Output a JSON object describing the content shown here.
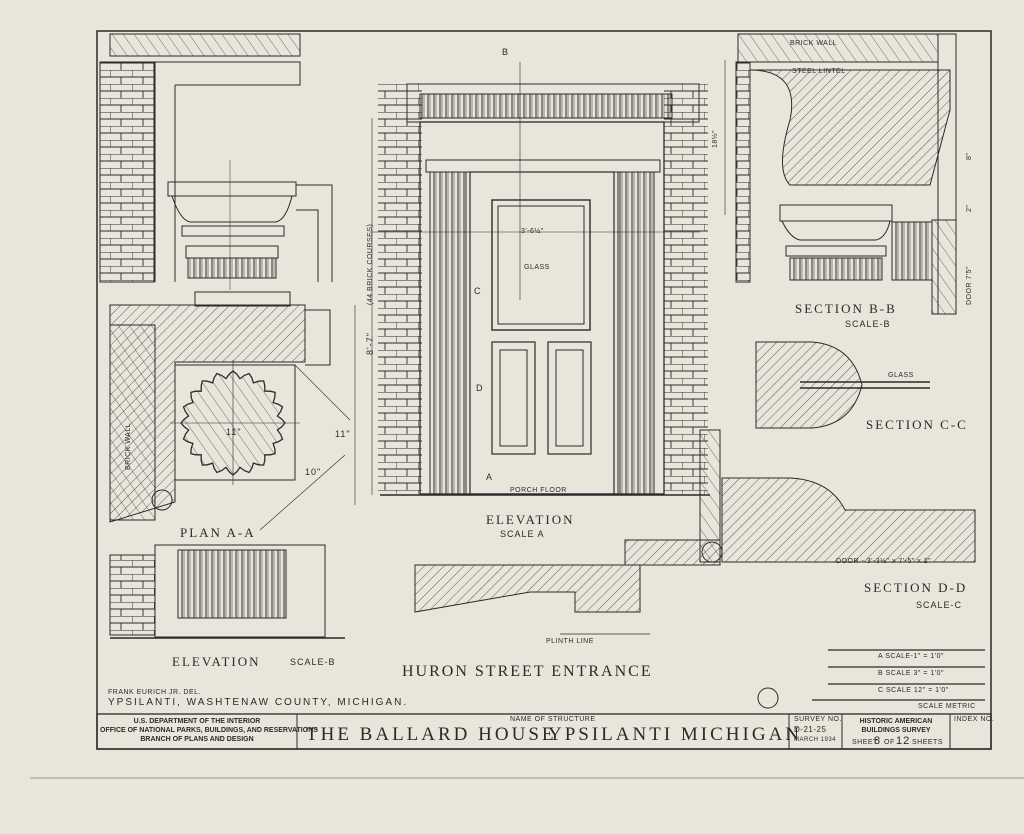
{
  "sheet": {
    "title": "HURON STREET ENTRANCE",
    "location": "YPSILANTI, WASHTENAW COUNTY, MICHIGAN.",
    "draftsman": "FRANK EURICH JR. DEL."
  },
  "views": {
    "elevation_main": {
      "title": "ELEVATION",
      "scale": "SCALE A"
    },
    "elevation_b": {
      "title": "ELEVATION",
      "scale": "SCALE-B"
    },
    "plan_aa": {
      "title": "PLAN A-A"
    },
    "section_bb": {
      "title": "SECTION B-B",
      "scale": "SCALE-B"
    },
    "section_cc": {
      "title": "SECTION C-C"
    },
    "section_dd": {
      "title": "SECTION D-D",
      "scale": "SCALE-C"
    }
  },
  "annotations": {
    "brick_wall_top": "BRICK WALL",
    "steel_lintel": "STEEL LINTEL",
    "glass": "GLASS",
    "glass_section": "GLASS",
    "porch_floor": "PORCH FLOOR",
    "plinth_line": "PLINTH LINE",
    "brick_wall_side": "BRICK WALL",
    "brick_courses": "(44 BRICK COURSES)",
    "door_dims": "DOOR - 3'-3½\" x 7'-5\" x 2\"",
    "door_side": "DOOR 7'5\"",
    "dim_height": "8'-7\"",
    "dim_door_width": "3'-6½\"",
    "dim_plan_11": "11\"",
    "dim_plan_11b": "11\"",
    "dim_plan_10": "10\"",
    "dim_right_18": "18½\"",
    "dim_right_8": "8\"",
    "dim_right_2": "2\"",
    "cut_b": "B",
    "cut_c": "C",
    "cut_d": "D",
    "cut_a": "A"
  },
  "scale_bars": [
    {
      "label": "A SCALE-1\" = 1'0\""
    },
    {
      "label": "B SCALE 3\" = 1'0\""
    },
    {
      "label": "C SCALE 12\" = 1'0\""
    }
  ],
  "scale_metric": "SCALE METRIC",
  "title_block": {
    "agency_line1": "U.S. DEPARTMENT OF THE INTERIOR",
    "agency_line2": "OFFICE OF NATIONAL PARKS, BUILDINGS, AND RESERVATIONS",
    "agency_line3": "BRANCH OF PLANS AND DESIGN",
    "name_label": "NAME OF STRUCTURE",
    "structure_name": "THE BALLARD HOUSE",
    "structure_city": "YPSILANTI MICHIGAN",
    "survey_label": "SURVEY NO.",
    "survey_no": "D-21-25",
    "survey_date": "MARCH 1934",
    "habs_line1": "HISTORIC AMERICAN",
    "habs_line2": "BUILDINGS SURVEY",
    "sheet_word": "SHEET",
    "sheet_no": "8",
    "of_word": "OF",
    "sheet_total": "12",
    "sheets_word": "SHEETS",
    "index_label": "INDEX NO."
  },
  "colors": {
    "paper": "#e9e5db",
    "ink": "#2a2a2a"
  }
}
